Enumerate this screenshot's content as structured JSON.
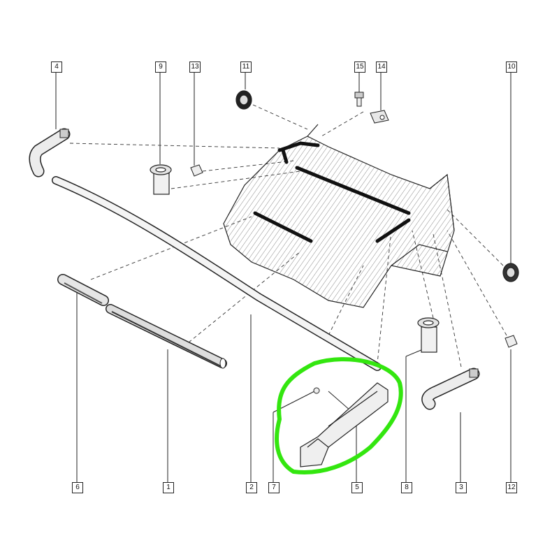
{
  "callouts": [
    {
      "id": "4",
      "label": "4"
    },
    {
      "id": "9",
      "label": "9"
    },
    {
      "id": "13",
      "label": "13"
    },
    {
      "id": "11",
      "label": "11"
    },
    {
      "id": "15",
      "label": "15"
    },
    {
      "id": "14",
      "label": "14"
    },
    {
      "id": "10",
      "label": "10"
    },
    {
      "id": "6",
      "label": "6"
    },
    {
      "id": "1",
      "label": "1"
    },
    {
      "id": "2",
      "label": "2"
    },
    {
      "id": "7",
      "label": "7"
    },
    {
      "id": "5",
      "label": "5"
    },
    {
      "id": "8",
      "label": "8"
    },
    {
      "id": "3",
      "label": "3"
    },
    {
      "id": "12",
      "label": "12"
    }
  ],
  "colors": {
    "line": "#222222",
    "highlight": "#33e60f",
    "part_fill": "#efefef"
  },
  "highlighted_part": "5"
}
